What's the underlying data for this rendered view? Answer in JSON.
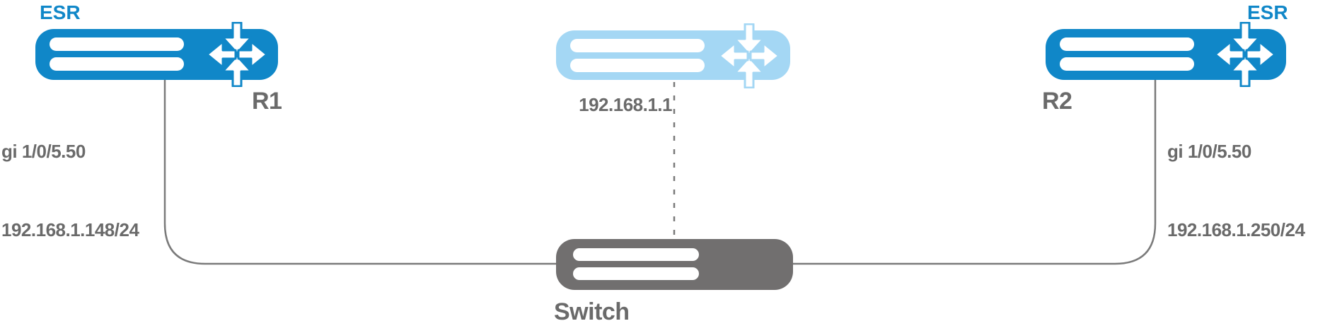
{
  "diagram": {
    "type": "network-topology",
    "colors": {
      "router_blue": "#1087c8",
      "virtual_router_light_blue": "#a4d7f4",
      "switch_gray": "#716f6f",
      "line_gray": "#7a7a7a",
      "label_gray": "#6a6a6a"
    },
    "nodes": {
      "r1": {
        "vendor_label": "ESR",
        "name": "R1",
        "interface": "gi 1/0/5.50",
        "ip": "192.168.1.148/24"
      },
      "r2": {
        "vendor_label": "ESR",
        "name": "R2",
        "interface": "gi 1/0/5.50",
        "ip": "192.168.1.250/24"
      },
      "virtual_router": {
        "ip": "192.168.1.1"
      },
      "switch": {
        "name": "Switch"
      }
    },
    "links": [
      {
        "from": "r1",
        "to": "switch",
        "style": "solid"
      },
      {
        "from": "r2",
        "to": "switch",
        "style": "solid"
      },
      {
        "from": "virtual_router",
        "to": "switch",
        "style": "dotted"
      }
    ]
  }
}
